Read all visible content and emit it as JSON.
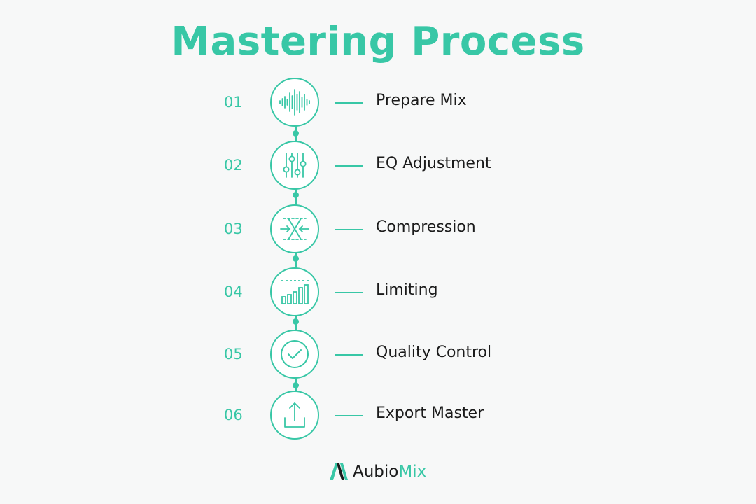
{
  "title": "Mastering Process",
  "accent_color": "#38c7a6",
  "steps": [
    {
      "number": "01",
      "label": "Prepare Mix",
      "icon": "waveform-icon"
    },
    {
      "number": "02",
      "label": "EQ Adjustment",
      "icon": "equalizer-sliders-icon"
    },
    {
      "number": "03",
      "label": "Compression",
      "icon": "compression-arrows-icon"
    },
    {
      "number": "04",
      "label": "Limiting",
      "icon": "level-bars-icon"
    },
    {
      "number": "05",
      "label": "Quality Control",
      "icon": "check-circle-icon"
    },
    {
      "number": "06",
      "label": "Export Master",
      "icon": "upload-icon"
    }
  ],
  "brand": {
    "name_prefix": "Aubio",
    "name_suffix": "Mix",
    "icon": "aubiomix-logo-icon"
  }
}
